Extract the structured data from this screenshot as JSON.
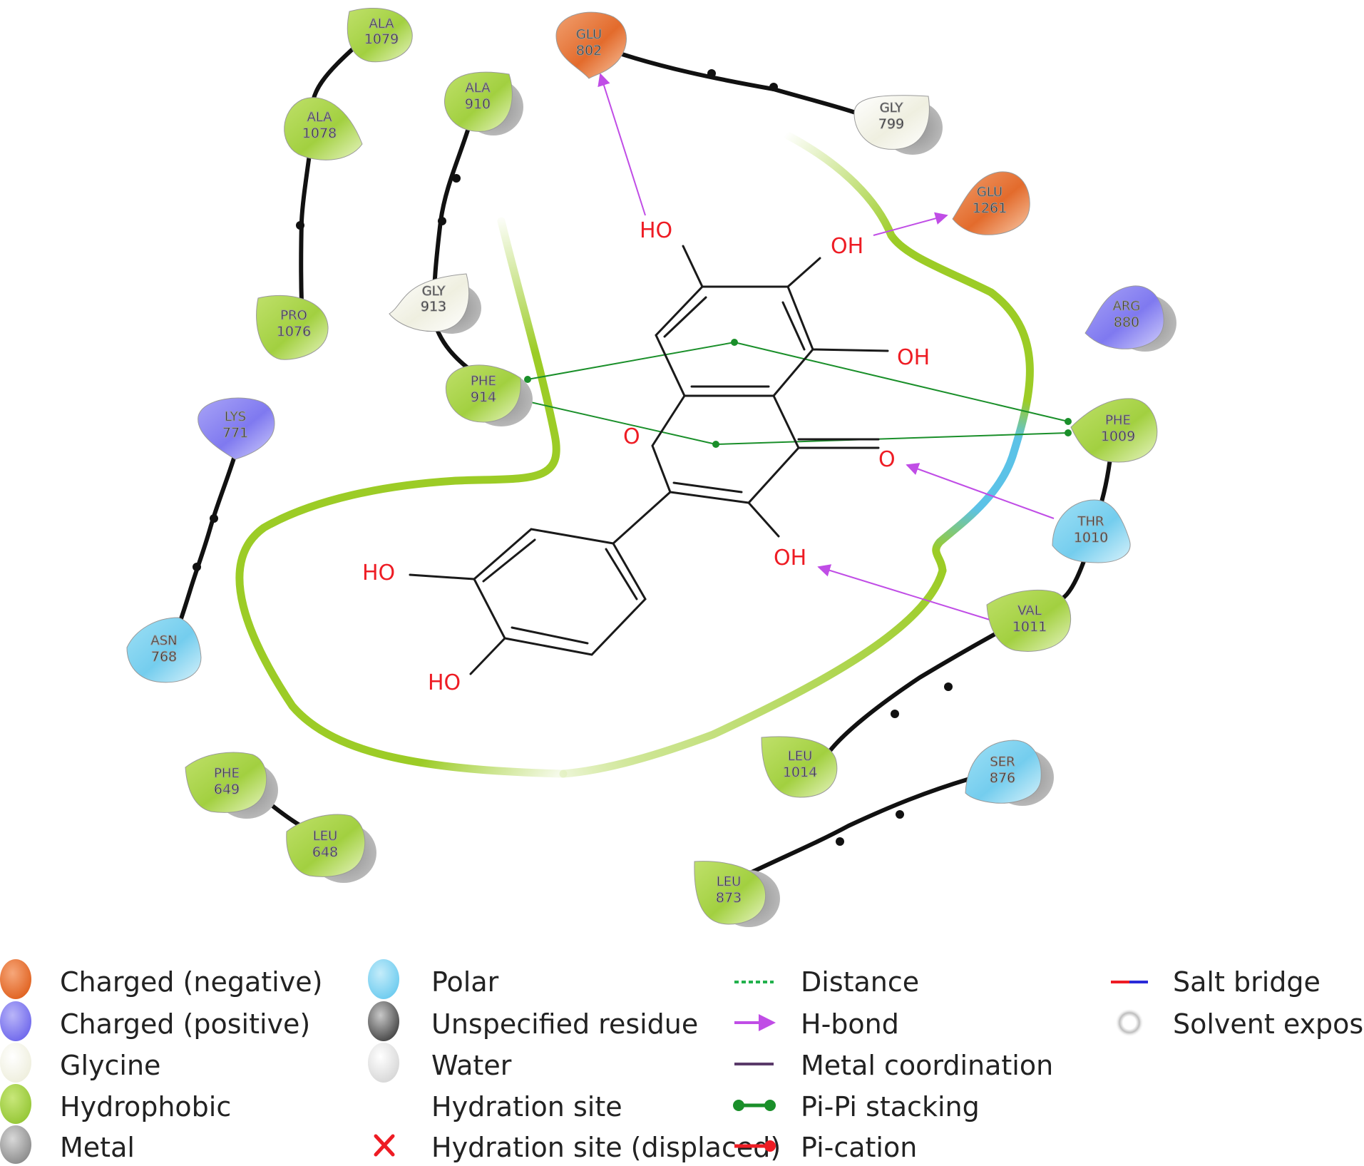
{
  "residues": {
    "ala1079": {
      "name": "ALA",
      "number": "1079",
      "type": "hydrophobic"
    },
    "ala1078": {
      "name": "ALA",
      "number": "1078",
      "type": "hydrophobic"
    },
    "pro1076": {
      "name": "PRO",
      "number": "1076",
      "type": "hydrophobic"
    },
    "ala910": {
      "name": "ALA",
      "number": "910",
      "type": "hydrophobic"
    },
    "gly913": {
      "name": "GLY",
      "number": "913",
      "type": "glycine"
    },
    "phe914": {
      "name": "PHE",
      "number": "914",
      "type": "hydrophobic"
    },
    "glu802": {
      "name": "GLU",
      "number": "802",
      "type": "negative"
    },
    "gly799": {
      "name": "GLY",
      "number": "799",
      "type": "glycine"
    },
    "glu1261": {
      "name": "GLU",
      "number": "1261",
      "type": "negative"
    },
    "arg880": {
      "name": "ARG",
      "number": "880",
      "type": "positive"
    },
    "phe1009": {
      "name": "PHE",
      "number": "1009",
      "type": "hydrophobic"
    },
    "thr1010": {
      "name": "THR",
      "number": "1010",
      "type": "polar"
    },
    "val1011": {
      "name": "VAL",
      "number": "1011",
      "type": "hydrophobic"
    },
    "leu1014": {
      "name": "LEU",
      "number": "1014",
      "type": "hydrophobic"
    },
    "ser876": {
      "name": "SER",
      "number": "876",
      "type": "polar"
    },
    "leu873": {
      "name": "LEU",
      "number": "873",
      "type": "hydrophobic"
    },
    "lys771": {
      "name": "LYS",
      "number": "771",
      "type": "positive"
    },
    "asn768": {
      "name": "ASN",
      "number": "768",
      "type": "polar"
    },
    "phe649": {
      "name": "PHE",
      "number": "649",
      "type": "hydrophobic"
    },
    "leu648": {
      "name": "LEU",
      "number": "648",
      "type": "hydrophobic"
    }
  },
  "atoms": {
    "ho_top": "HO",
    "oh_right_top": "OH",
    "oh_right_mid": "OH",
    "ring_o": "O",
    "carbonyl_o": "O",
    "oh_lower": "OH",
    "ho_catechol_1": "HO",
    "ho_catechol_2": "HO"
  },
  "legend": {
    "negative": "Charged (negative)",
    "positive": "Charged (positive)",
    "glycine": "Glycine",
    "hydrophobic": "Hydrophobic",
    "metal": "Metal",
    "polar": "Polar",
    "unspecified": "Unspecified residue",
    "water": "Water",
    "hydration_site": "Hydration site",
    "hydration_displaced": "Hydration site (displaced)",
    "distance": "Distance",
    "hbond": "H-bond",
    "metal_coordination": "Metal coordination",
    "pipi": "Pi-Pi stacking",
    "pication": "Pi-cation",
    "salt_bridge": "Salt bridge",
    "solvent_exposure": "Solvent exposure"
  },
  "colors": {
    "negative": "#e36b2c",
    "positive": "#7f79f0",
    "glycine": "#f2f2e6",
    "hydrophobic": "#a8d44a",
    "polar": "#7fd4ef",
    "metal": "#9a9a9a",
    "hbond": "#c04de6",
    "pipi": "#1a8f2a",
    "pocket_green": "#9ccc26",
    "pocket_blue": "#5bc2e7",
    "atom_red": "#ee1c24"
  }
}
